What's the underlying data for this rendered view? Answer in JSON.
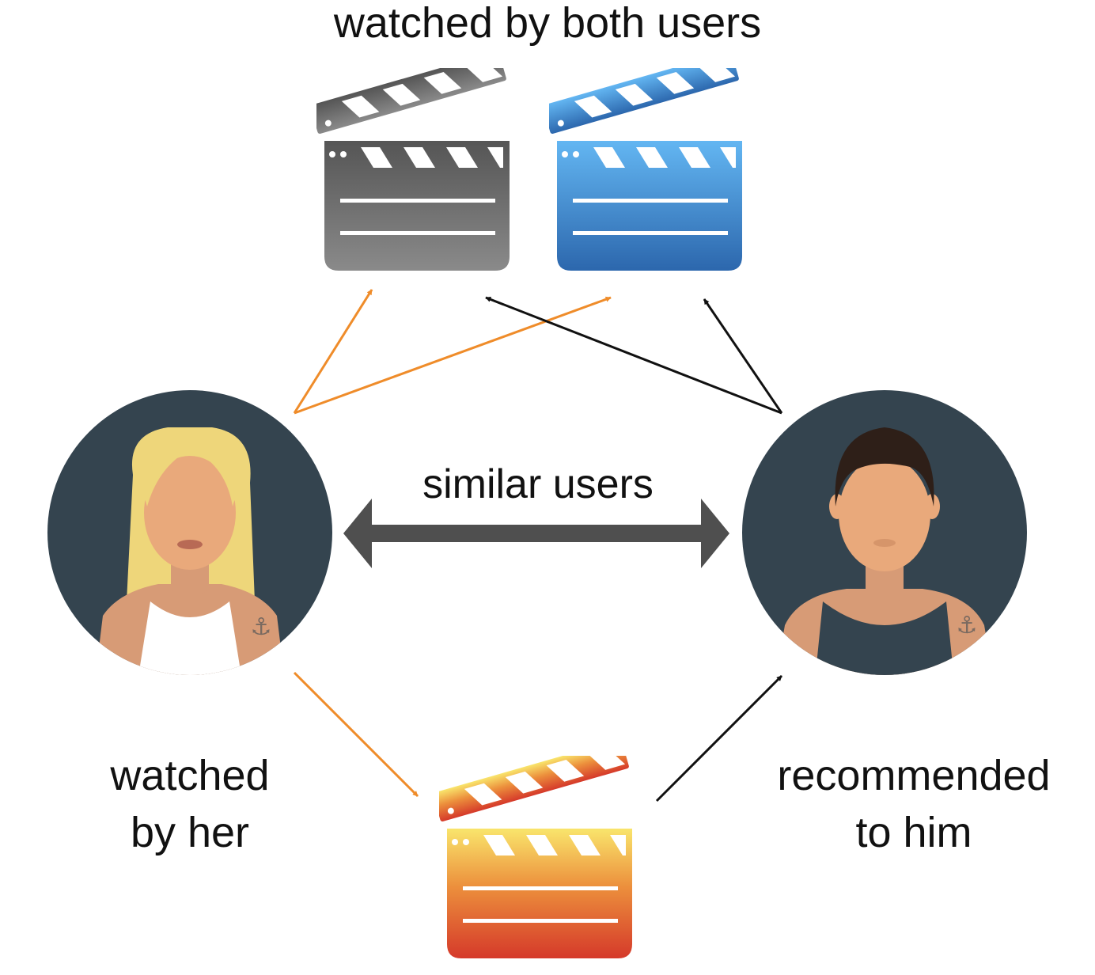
{
  "labels": {
    "top": "watched by both users",
    "similar": "similar users",
    "her_line1": "watched",
    "her_line2": "by her",
    "him_line1": "recommended",
    "him_line2": "to him"
  },
  "colors": {
    "background": "#ffffff",
    "avatar_circle": "#34444f",
    "skin": "#e9a97b",
    "her_hair": "#eed67a",
    "his_hair": "#2e1f18",
    "orange_arrow": "#ef8c2a",
    "black_arrow": "#111111",
    "double_arrow": "#4f4f4f",
    "clapper_gray": [
      "#565656",
      "#8a8a8a"
    ],
    "clapper_blue": [
      "#5fb3f0",
      "#2d69b0"
    ],
    "clapper_warm": [
      "#f8e46a",
      "#d6402a"
    ]
  },
  "icons": [
    "clapperboard-icon",
    "woman-avatar-icon",
    "man-avatar-icon",
    "anchor-tattoo-icon"
  ]
}
